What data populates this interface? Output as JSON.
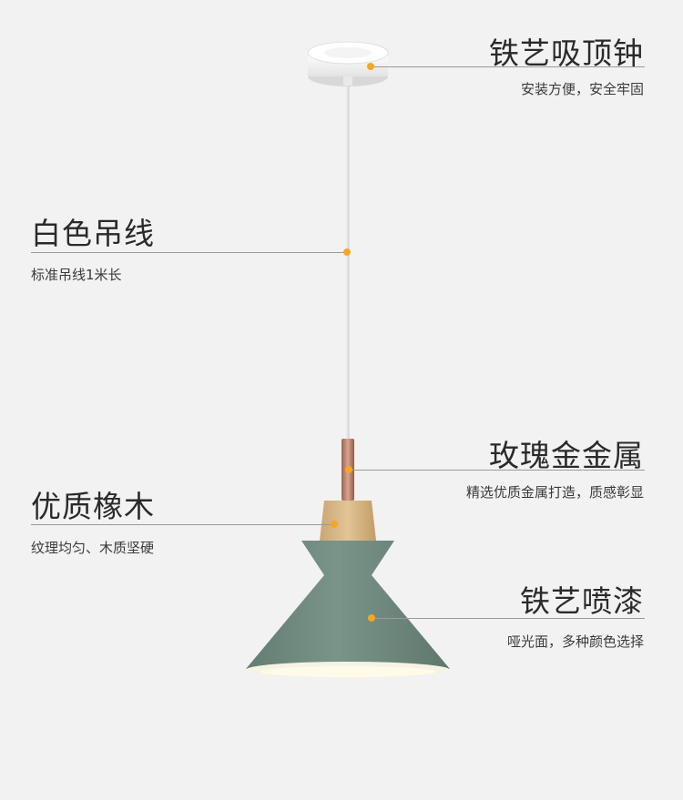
{
  "callouts": {
    "canopy": {
      "title": "铁艺吸顶钟",
      "desc": "安装方便，安全牢固"
    },
    "cord": {
      "title": "白色吊线",
      "desc": "标准吊线1米长"
    },
    "metal": {
      "title": "玫瑰金金属",
      "desc": "精选优质金属打造，质感彰显"
    },
    "wood": {
      "title": "优质橡木",
      "desc": "纹理均匀、木质坚硬"
    },
    "paint": {
      "title": "铁艺喷漆",
      "desc": "哑光面，多种颜色选择"
    }
  },
  "colors": {
    "background": "#f2f2f2",
    "accent_dot": "#f5a623",
    "shade": "#6f8a80",
    "wood": "#d9b98a",
    "rose_gold": "#b9826a",
    "cord": "#e6e6e6"
  }
}
